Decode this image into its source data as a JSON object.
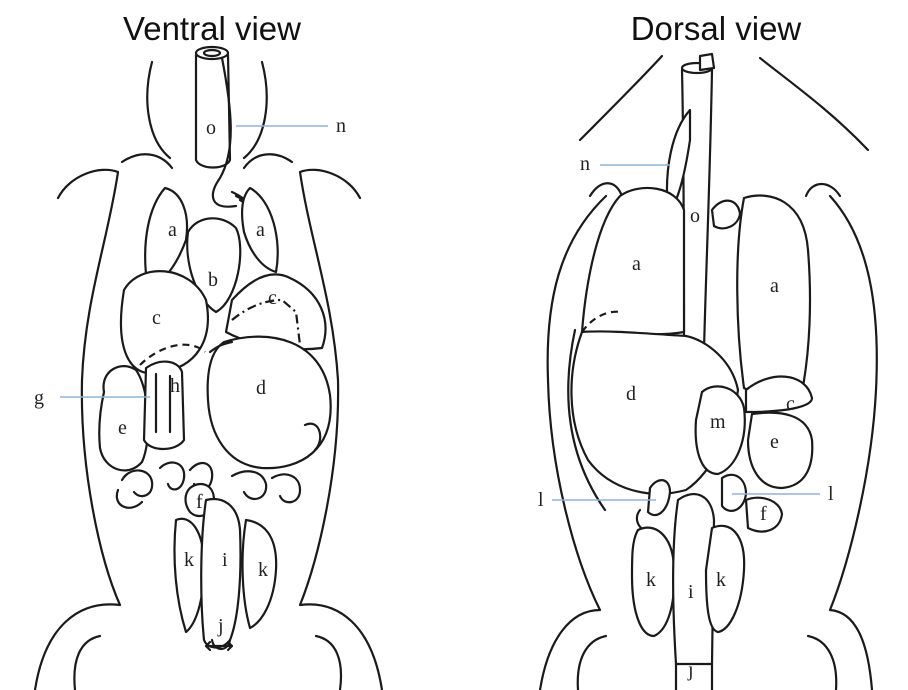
{
  "titles": {
    "ventral": "Ventral view",
    "dorsal": "Dorsal view"
  },
  "ventral_labels": {
    "o": "o",
    "n": "n",
    "a_left": "a",
    "a_right": "a",
    "b": "b",
    "c_left": "c",
    "c_right": "c",
    "g": "g",
    "h": "h",
    "d": "d",
    "e": "e",
    "f": "f",
    "k_left": "k",
    "i": "i",
    "k_right": "k",
    "j": "j"
  },
  "dorsal_labels": {
    "n": "n",
    "o": "o",
    "a_left": "a",
    "a_right": "a",
    "d": "d",
    "c": "c",
    "m": "m",
    "e": "e",
    "l_left": "l",
    "l_right": "l",
    "f": "f",
    "k_left": "k",
    "i": "i",
    "k_right": "k",
    "j": "j"
  },
  "colors": {
    "outline": "#1a1a1a",
    "leader_line": "#8fb3d9",
    "background": "#ffffff"
  }
}
